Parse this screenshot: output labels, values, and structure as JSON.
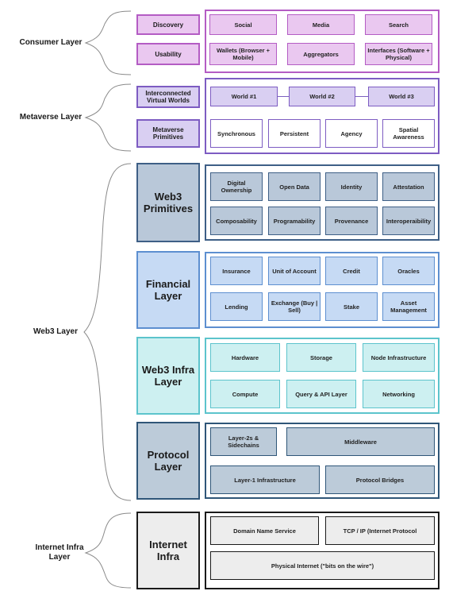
{
  "consumer": {
    "label": "Consumer Layer",
    "categories": [
      "Discovery",
      "Usability"
    ],
    "cells": [
      "Social",
      "Media",
      "Search",
      "Wallets (Browser + Mobile)",
      "Aggregators",
      "Interfaces (Software + Physical)"
    ]
  },
  "metaverse": {
    "label": "Metaverse Layer",
    "categories": [
      "Interconnected Virtual Worlds",
      "Metaverse Primitives"
    ],
    "worlds": [
      "World #1",
      "World #2",
      "World #3"
    ],
    "primitives": [
      "Synchronous",
      "Persistent",
      "Agency",
      "Spatial Awareness"
    ]
  },
  "web3": {
    "label": "Web3 Layer",
    "primitives": {
      "title": "Web3 Primitives",
      "cells": [
        "Digital Ownership",
        "Open Data",
        "Identity",
        "Attestation",
        "Composability",
        "Programability",
        "Provenance",
        "Interoperaibility"
      ]
    },
    "financial": {
      "title": "Financial Layer",
      "cells": [
        "Insurance",
        "Unit of Account",
        "Credit",
        "Oracles",
        "Lending",
        "Exchange (Buy | Sell)",
        "Stake",
        "Asset Management"
      ]
    },
    "infra": {
      "title": "Web3 Infra Layer",
      "cells": [
        "Hardware",
        "Storage",
        "Node Infrastructure",
        "Compute",
        "Query & API Layer",
        "Networking"
      ]
    },
    "protocol": {
      "title": "Protocol Layer",
      "cells": [
        "Layer-2s & Sidechains",
        "Middleware",
        "Layer-1 Infrastructure",
        "Protocol Bridges"
      ]
    }
  },
  "internet": {
    "label": "Internet Infra Layer",
    "title": "Internet Infra",
    "cells": [
      "Domain Name Service",
      "TCP / IP (Internet Protocol",
      "Physical Internet (\"bits on the wire\")"
    ]
  },
  "colors": {
    "consumer_border": "#b45cc4",
    "consumer_fill": "#eac8f0",
    "metaverse_border": "#7d5cc2",
    "metaverse_fill": "#d9cff2",
    "primitives_border": "#3e5f86",
    "primitives_fill": "#b9c8d9",
    "financial_border": "#5d8fd0",
    "financial_fill": "#c6daf4",
    "infra_border": "#5cc4cc",
    "infra_fill": "#cdf0f1",
    "protocol_border": "#2f5678",
    "protocol_fill": "#bccbd9",
    "internet_border": "#1a1a1a",
    "internet_fill": "#ededed"
  }
}
